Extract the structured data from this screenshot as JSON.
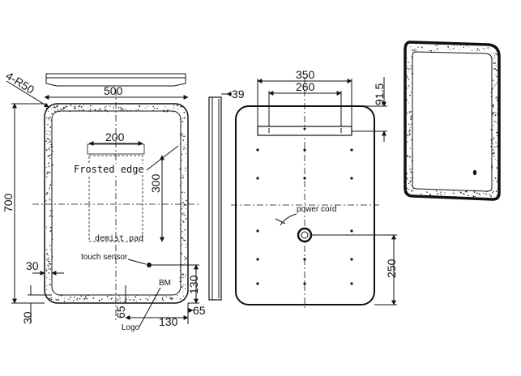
{
  "drawing": {
    "front_view": {
      "corner_radius_label": "4-R50",
      "width_label": "500",
      "height_label": "700",
      "inner_width_label": "200",
      "inner_height_label": "300",
      "frosted_edge_label": "Frosted edge",
      "demist_pad_label": "demist pad",
      "touch_sensor_label": "touch sensor",
      "logo_label": "Logo",
      "logo_mark": "BM",
      "left_offset_label": "30",
      "bottom_offset_label": "30",
      "logo_offset_label": "65",
      "logo_width_label": "130",
      "sensor_height_label": "130"
    },
    "side_view": {
      "depth_label": "39",
      "edge_label": "65"
    },
    "back_view": {
      "bracket_outer_label": "350",
      "bracket_inner_label": "260",
      "bracket_top_label": "91.5",
      "power_cord_label": "power cord",
      "cord_height_label": "250"
    }
  }
}
